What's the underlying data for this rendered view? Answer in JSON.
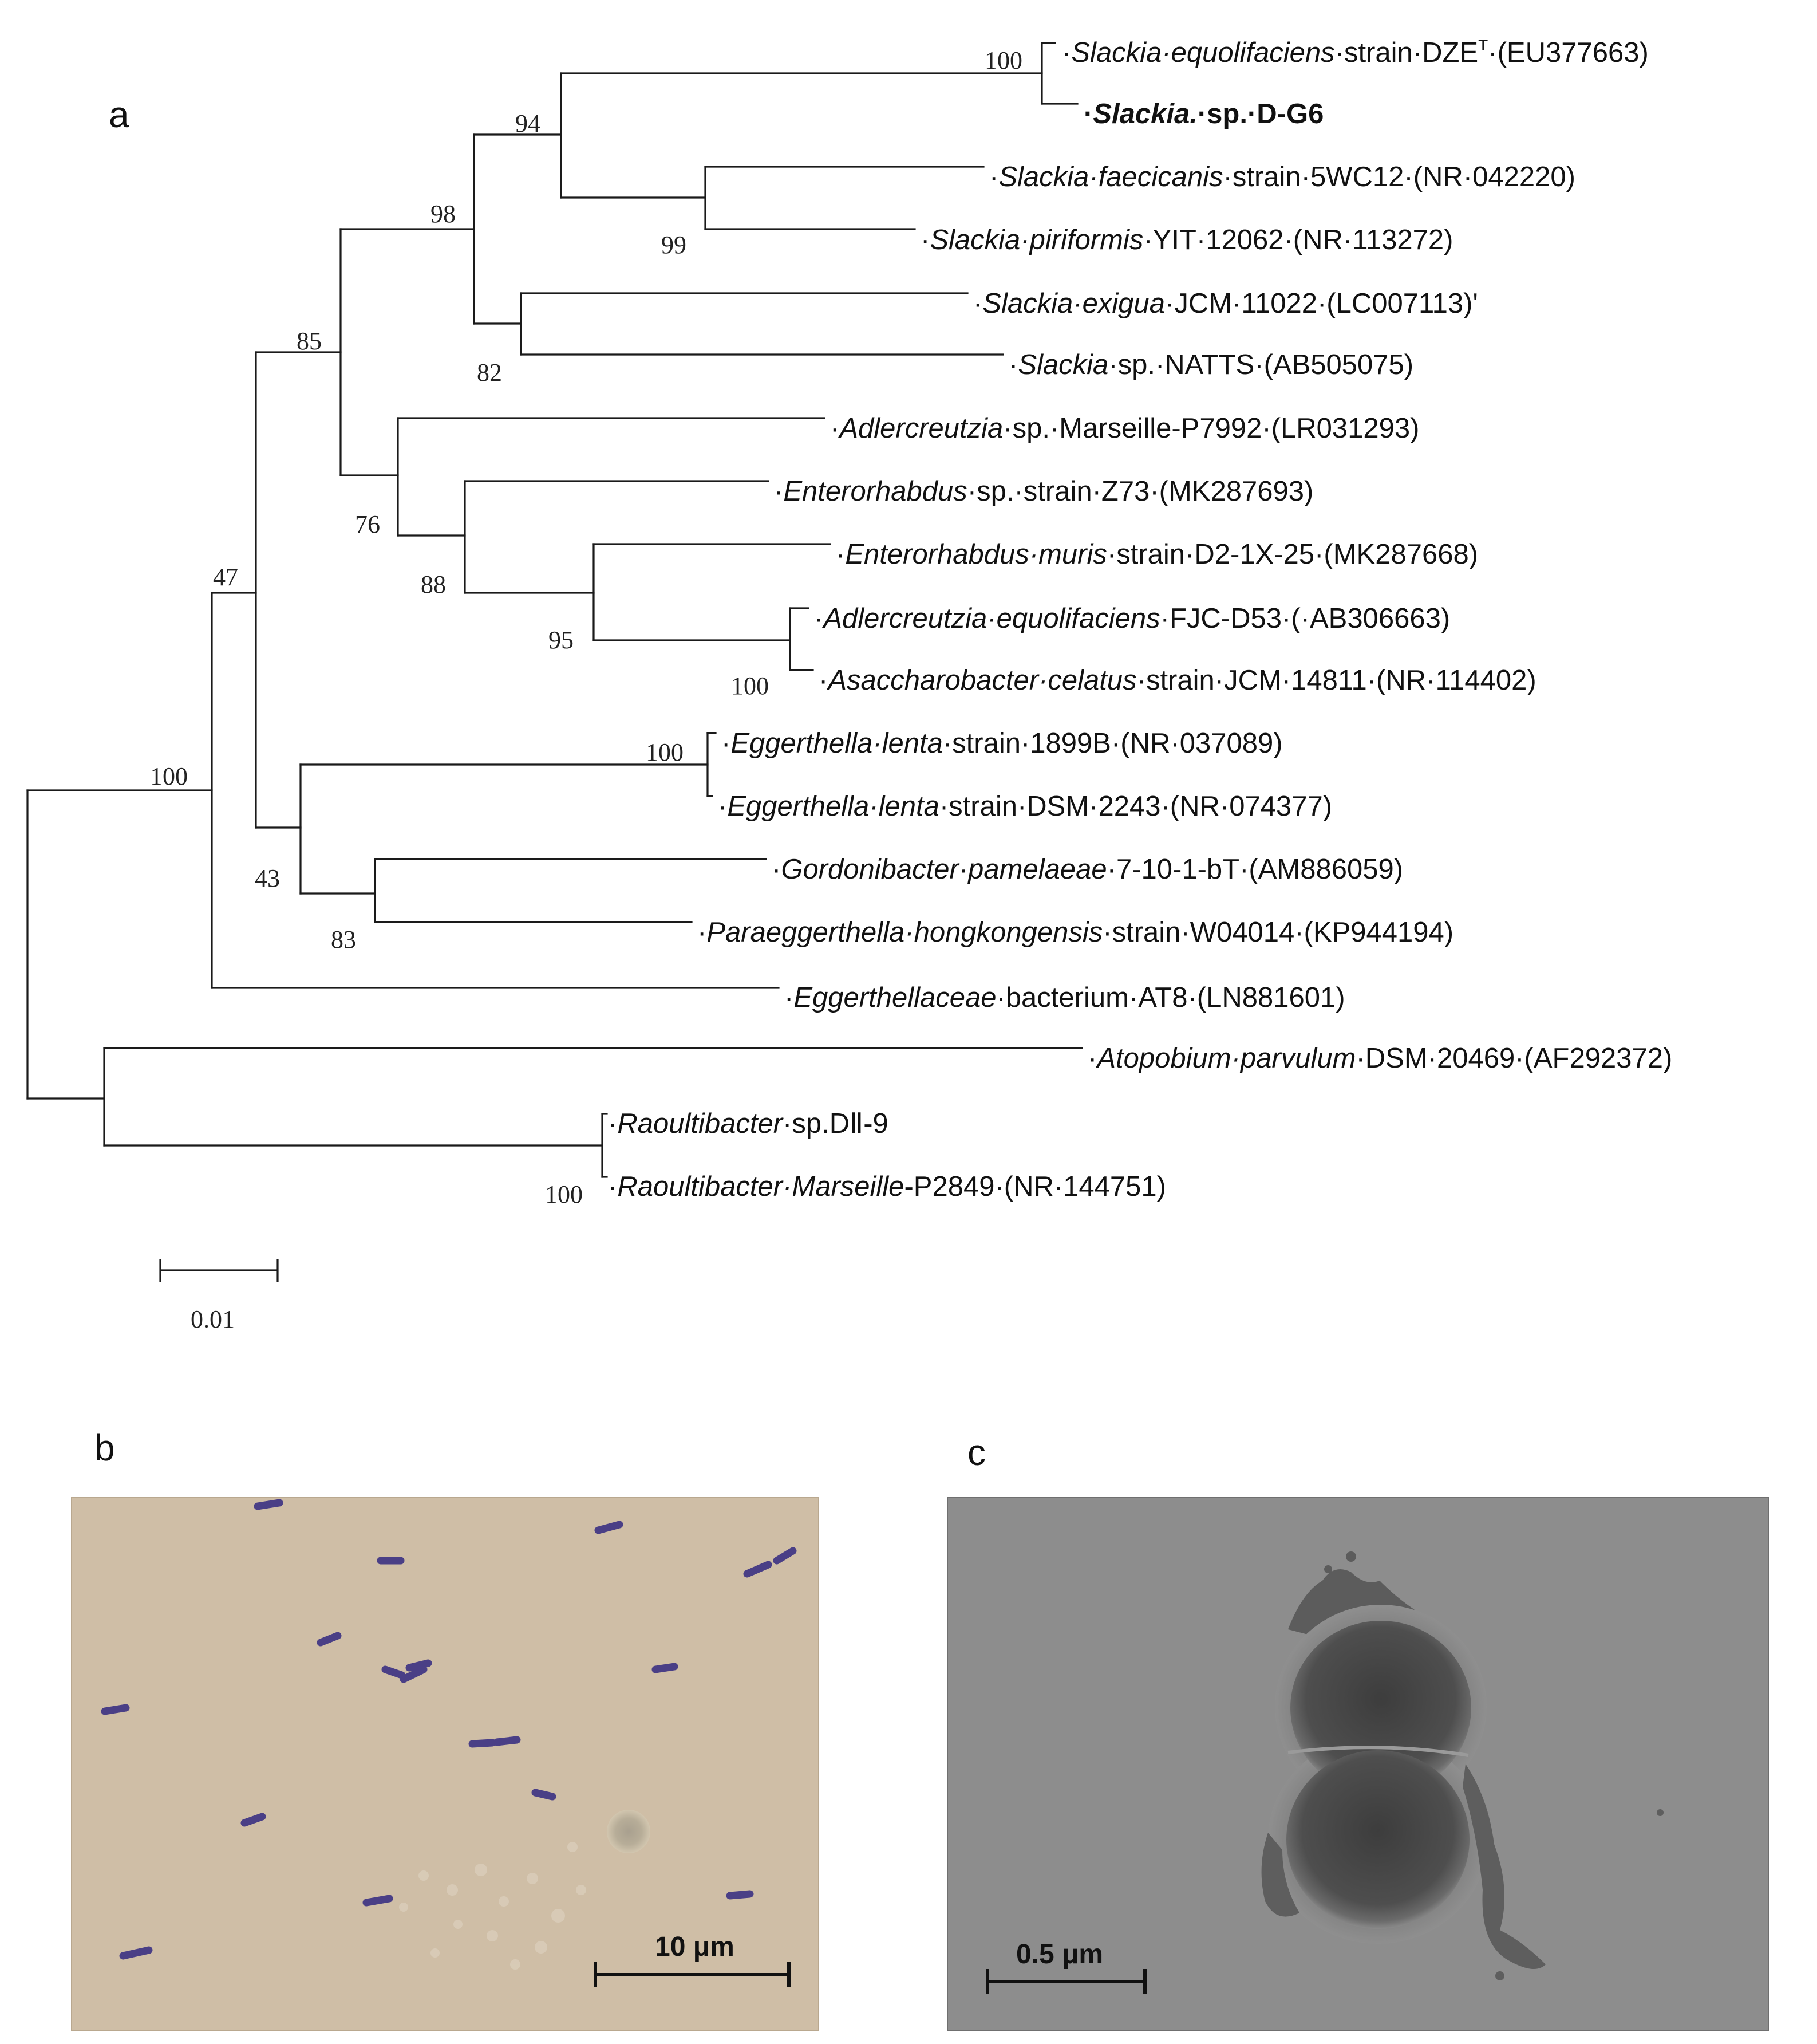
{
  "panels": {
    "a": "a",
    "b": "b",
    "c": "c"
  },
  "tree": {
    "leaves": [
      {
        "pre": "Slackia",
        "mid": "·",
        "italic2": "equolifaciens",
        "rest": "·strain·DZE",
        "sup": "T",
        "tail": "·(EU377663)",
        "bold": false
      },
      {
        "pre": "Slackia.",
        "mid": "·sp.·D-G6",
        "bold": true
      },
      {
        "pre": "Slackia",
        "mid": "·",
        "italic2": "faecicanis",
        "rest": "·strain·5WC12·(NR·042220)",
        "bold": false
      },
      {
        "pre": "Slackia",
        "mid": "·",
        "italic2": "piriformis",
        "rest": "·YIT·12062·(NR·113272)",
        "bold": false
      },
      {
        "pre": "Slackia",
        "mid": "·",
        "italic2": "exigua",
        "rest": "·JCM·11022·(LC007113)'",
        "bold": false
      },
      {
        "pre": "Slackia",
        "rest": "·sp.·NATTS·(AB505075)",
        "bold": false
      },
      {
        "pre": "Adlercreutzia",
        "rest": "·sp.·Marseille-P7992·(LR031293)",
        "bold": false
      },
      {
        "pre": "Enterorhabdus",
        "rest": "·sp.·strain·Z73·(MK287693)",
        "bold": false
      },
      {
        "pre": "Enterorhabdus",
        "mid": "·",
        "italic2": "muris",
        "rest": "·strain·D2-1X-25·(MK287668)",
        "bold": false
      },
      {
        "pre": "Adlercreutzia",
        "mid": "·",
        "italic2": "equolifaciens",
        "rest": "·FJC-D53·(·AB306663)",
        "bold": false
      },
      {
        "pre": "Asaccharobacter",
        "mid": "·",
        "italic2": "celatus",
        "rest": "·strain·JCM·14811·(NR·114402)",
        "bold": false
      },
      {
        "pre": "Eggerthella",
        "mid": "·",
        "italic2": "lenta",
        "rest": "·strain·1899B·(NR·037089)",
        "bold": false
      },
      {
        "pre": "Eggerthella",
        "mid": "·",
        "italic2": "lenta",
        "rest": "·strain·DSM·2243·(NR·074377)",
        "bold": false
      },
      {
        "pre": "Gordonibacter",
        "mid": "·",
        "italic2": "pamelaeae",
        "rest": "·7-10-1-bT·(AM886059)",
        "bold": false
      },
      {
        "pre": "Paraeggerthella",
        "mid": "·",
        "italic2": "hongkongensis",
        "rest": "·strain·W04014·(KP944194)",
        "bold": false
      },
      {
        "pre": "Eggerthellaceae",
        "rest": "·bacterium·AT8·(LN881601)",
        "bold": false
      },
      {
        "pre": "Atopobium",
        "mid": "·",
        "italic2": "parvulum",
        "rest": "·DSM·20469·(AF292372)",
        "bold": false
      },
      {
        "pre": "Raoultibacter",
        "rest": "·sp.DⅡ-9",
        "bold": false
      },
      {
        "pre": "Raoultibacter",
        "mid": "·",
        "italic2": "Marseille",
        "rest": "-P2849·(NR·144751)",
        "bold": false
      }
    ],
    "bootstrap": [
      "100",
      "94",
      "99",
      "98",
      "82",
      "85",
      "76",
      "88",
      "95",
      "100",
      "47",
      "100",
      "43",
      "83",
      "100",
      "100"
    ],
    "scale_label": "0.01"
  },
  "micrographs": {
    "b_scale": "10 μm",
    "c_scale": "0.5 μm"
  }
}
